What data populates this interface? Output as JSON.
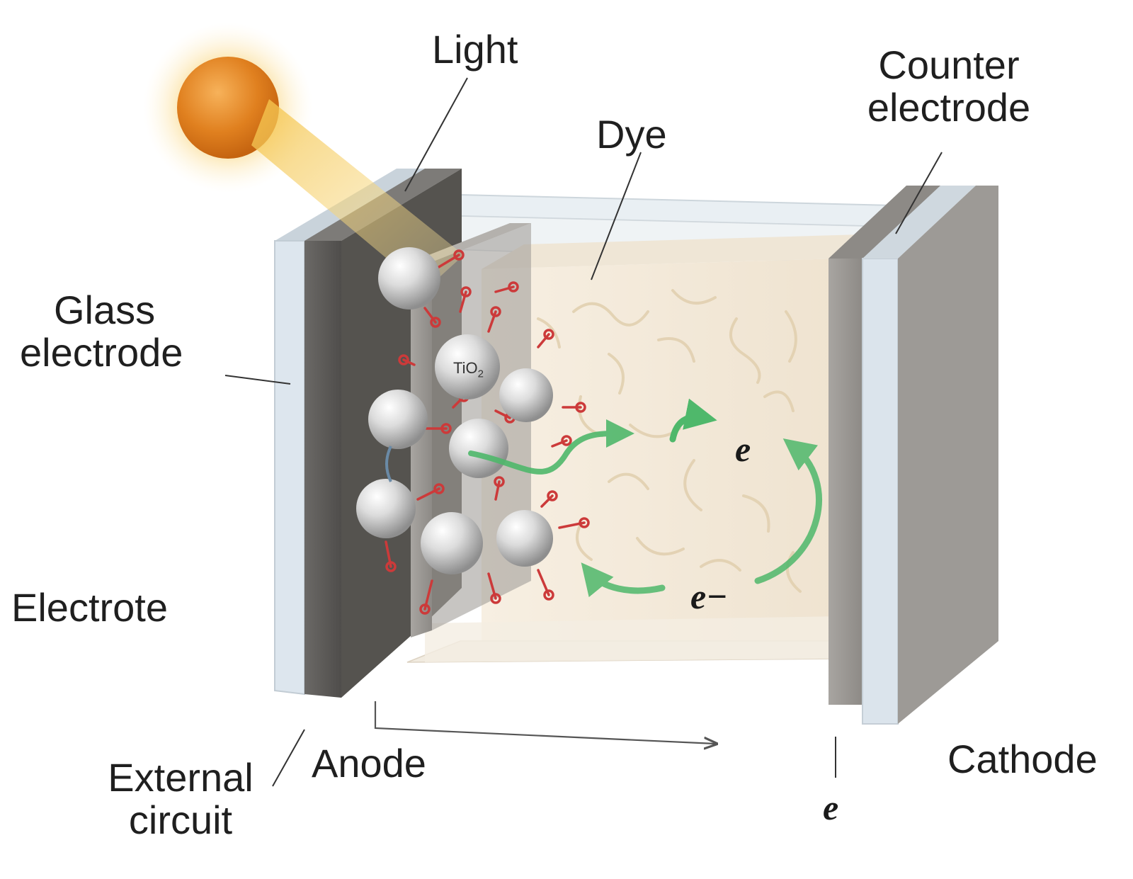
{
  "labels": {
    "light": "Light",
    "dye": "Dye",
    "counter_electrode_line1": "Counter",
    "counter_electrode_line2": "electrode",
    "glass_electrode_line1": "Glass",
    "glass_electrode_line2": "electrode",
    "electrolyte": "Electrote",
    "external_circuit_line1": "External",
    "external_circuit_line2": "circuit",
    "anode": "Anode",
    "cathode": "Cathode",
    "tio2": "TiO",
    "tio2_sub": "2",
    "electron_upper": "e",
    "electron_minus": "e−",
    "electron_bottom": "e"
  },
  "colors": {
    "sun": "#e8902a",
    "light_beam": "#f5d36a",
    "glass": "#dde6ee",
    "electrode_dark": "#5e5c59",
    "electrode_grey": "#9a9793",
    "electrolyte_fill": "#f3e9d9",
    "electron_arrow": "#4fb86b",
    "dye_molecule": "#cc3a3a",
    "tio2_sphere": "#d9d9d9"
  }
}
